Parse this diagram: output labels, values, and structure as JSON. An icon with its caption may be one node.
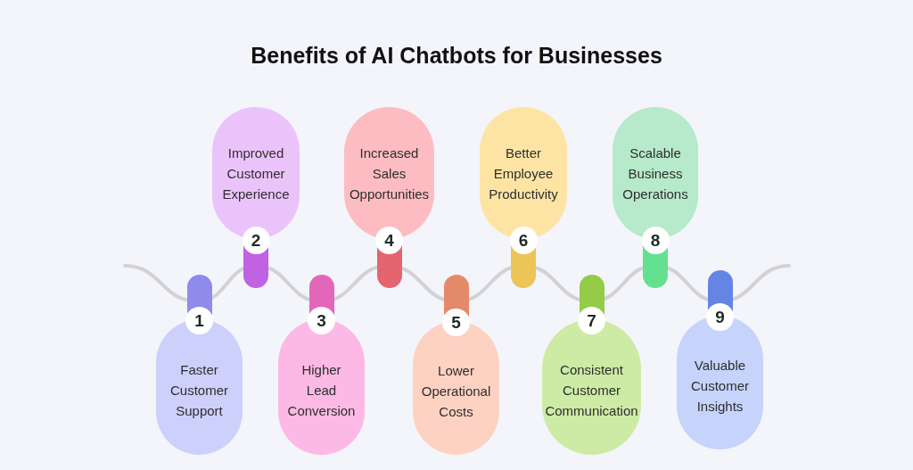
{
  "diagram": {
    "title": "Benefits of AI Chatbots for Businesses",
    "nodes": [
      {
        "text": [
          "1",
          "Faster Customer Support"
        ]
      },
      {
        "text": [
          "Improved Customer Experience",
          "2"
        ]
      },
      {
        "text": [
          "3",
          "Higher Lead Conversion"
        ]
      },
      {
        "text": [
          "Increased Sales Opportunities",
          "4"
        ]
      },
      {
        "text": [
          "5",
          "Lower Operational Costs"
        ]
      },
      {
        "text": [
          "Better Employee Productivity",
          "6"
        ]
      },
      {
        "text": [
          "7",
          "Consistent Customer Communication"
        ]
      },
      {
        "text": [
          "Scalable Business Operations",
          "8"
        ]
      },
      {
        "text": [
          "9",
          "Valuable Customer Insights"
        ]
      }
    ]
  }
}
